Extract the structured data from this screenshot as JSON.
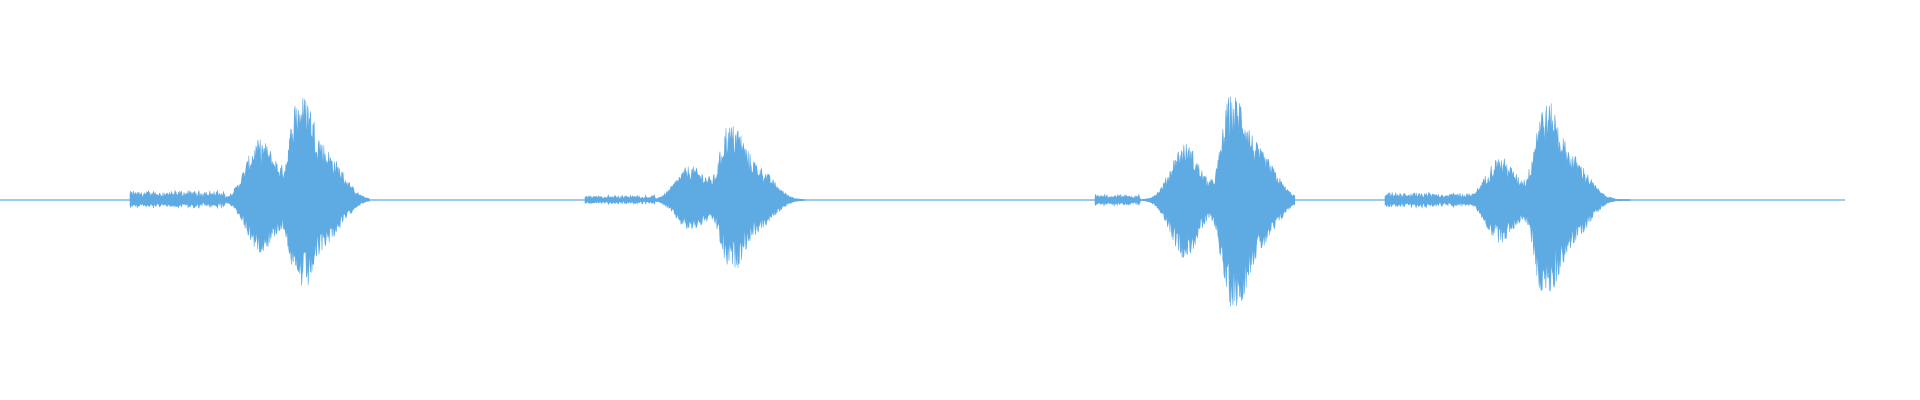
{
  "waveform": {
    "color": "#5eaae3",
    "background": "#ffffff",
    "bursts": [
      {
        "peak": 1.0,
        "lead_in": 0.1
      },
      {
        "peak": 0.88,
        "lead_in": 0.06
      },
      {
        "peak": 1.0,
        "lead_in": 0.06
      },
      {
        "peak": 0.96,
        "lead_in": 0.08
      }
    ]
  }
}
